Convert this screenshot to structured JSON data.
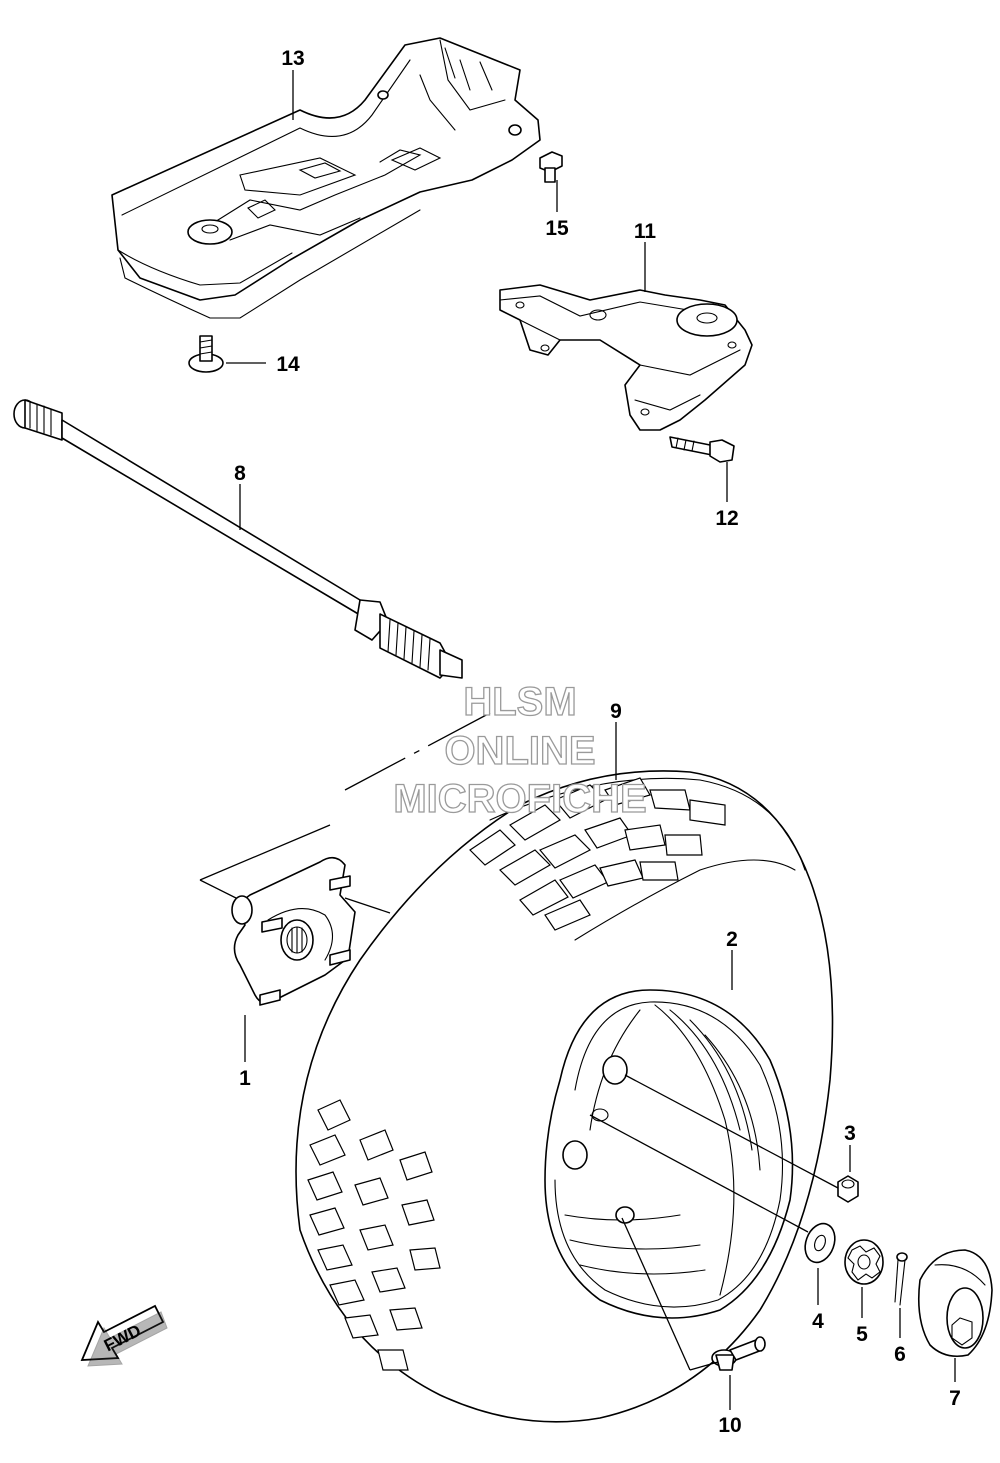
{
  "watermark": {
    "line1": "HLSM",
    "line2": "ONLINE",
    "line3": "MICROFICHE"
  },
  "fwd_label": "FWD",
  "callouts": {
    "c1": "1",
    "c2": "2",
    "c3": "3",
    "c4": "4",
    "c5": "5",
    "c6": "6",
    "c7": "7",
    "c8": "8",
    "c9": "9",
    "c10": "10",
    "c11": "11",
    "c12": "12",
    "c13": "13",
    "c14": "14",
    "c15": "15"
  },
  "icons": {
    "fwd_arrow": "fwd-arrow-icon"
  }
}
